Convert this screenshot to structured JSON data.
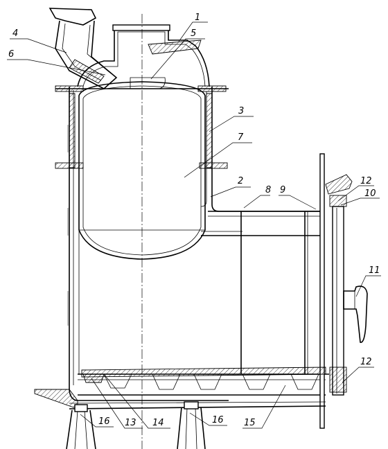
{
  "callouts": [
    {
      "id": "c1",
      "label": "1"
    },
    {
      "id": "c2",
      "label": "2"
    },
    {
      "id": "c3",
      "label": "3"
    },
    {
      "id": "c4",
      "label": "4"
    },
    {
      "id": "c5",
      "label": "5"
    },
    {
      "id": "c6",
      "label": "6"
    },
    {
      "id": "c7",
      "label": "7"
    },
    {
      "id": "c8",
      "label": "8"
    },
    {
      "id": "c9",
      "label": "9"
    },
    {
      "id": "c10",
      "label": "10"
    },
    {
      "id": "c11",
      "label": "11"
    },
    {
      "id": "c12a",
      "label": "12"
    },
    {
      "id": "c12b",
      "label": "12"
    },
    {
      "id": "c13",
      "label": "13"
    },
    {
      "id": "c14",
      "label": "14"
    },
    {
      "id": "c15",
      "label": "15"
    },
    {
      "id": "c16a",
      "label": "16"
    },
    {
      "id": "c16b",
      "label": "16"
    }
  ]
}
